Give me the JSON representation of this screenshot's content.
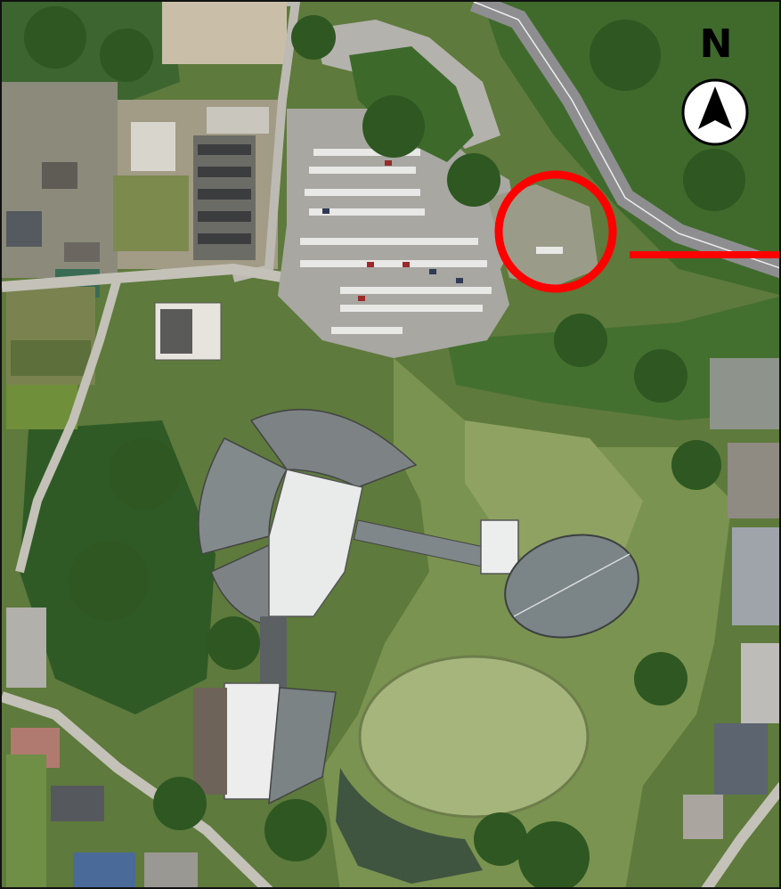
{
  "map": {
    "type": "aerial-photograph",
    "north_label": "N",
    "compass_icon": "north-arrow-icon",
    "marker_color": "#ff0000",
    "marker_shape": "circle",
    "marker_pointer": "horizontal-line-to-right-edge"
  }
}
